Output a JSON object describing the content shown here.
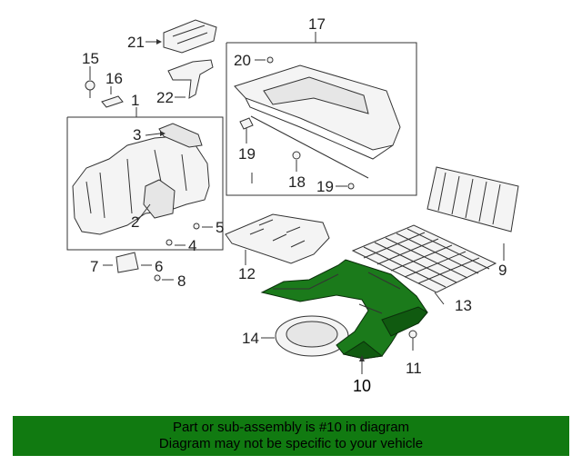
{
  "callouts": {
    "c1": "1",
    "c2": "2",
    "c3": "3",
    "c4": "4",
    "c5": "5",
    "c6": "6",
    "c7": "7",
    "c8": "8",
    "c9": "9",
    "c10": "10",
    "c11": "11",
    "c12": "12",
    "c13": "13",
    "c14": "14",
    "c15": "15",
    "c16": "16",
    "c17": "17",
    "c18": "18",
    "c19a": "19",
    "c19b": "19",
    "c20": "20",
    "c21": "21",
    "c22": "22"
  },
  "highlight_color": "#1b7a1b",
  "banner": {
    "line1": "Part or sub-assembly is #10 in diagram",
    "line2": "Diagram may not be specific to your vehicle",
    "color": "#117a11"
  }
}
